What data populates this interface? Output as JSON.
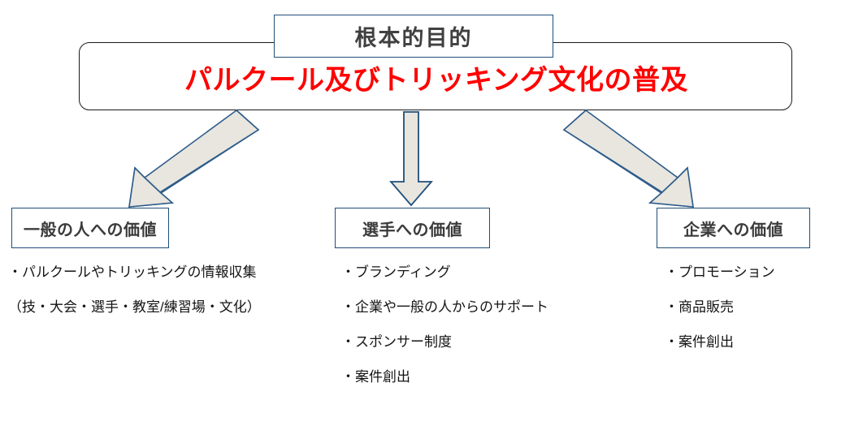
{
  "diagram": {
    "root": {
      "title_label": "根本的目的",
      "statement": "パルクール及びトリッキング文化の普及",
      "statement_color": "#FF0000",
      "title_color": "#404040",
      "border_color": "#1F4E79",
      "banner_border_color": "#1A1A1A"
    },
    "arrows": [
      {
        "name": "arrow-left",
        "direction": "down-left",
        "fill": "#E8E6DF",
        "stroke": "#2E5C8A"
      },
      {
        "name": "arrow-center",
        "direction": "down",
        "fill": "#E8E6DF",
        "stroke": "#1F4E79"
      },
      {
        "name": "arrow-right",
        "direction": "down-right",
        "fill": "#E8E6DF",
        "stroke": "#2E5C8A"
      }
    ],
    "branches": [
      {
        "id": "public",
        "label": "一般の人への価値",
        "items": [
          "・パルクールやトリッキングの情報収集",
          "（技・大会・選手・教室/練習場・文化）"
        ]
      },
      {
        "id": "athlete",
        "label": "選手への価値",
        "items": [
          "・ブランディング",
          "・企業や一般の人からのサポート",
          "・スポンサー制度",
          "・案件創出"
        ]
      },
      {
        "id": "enterprise",
        "label": "企業への価値",
        "items": [
          "・プロモーション",
          "・商品販売",
          "・案件創出"
        ]
      }
    ]
  }
}
